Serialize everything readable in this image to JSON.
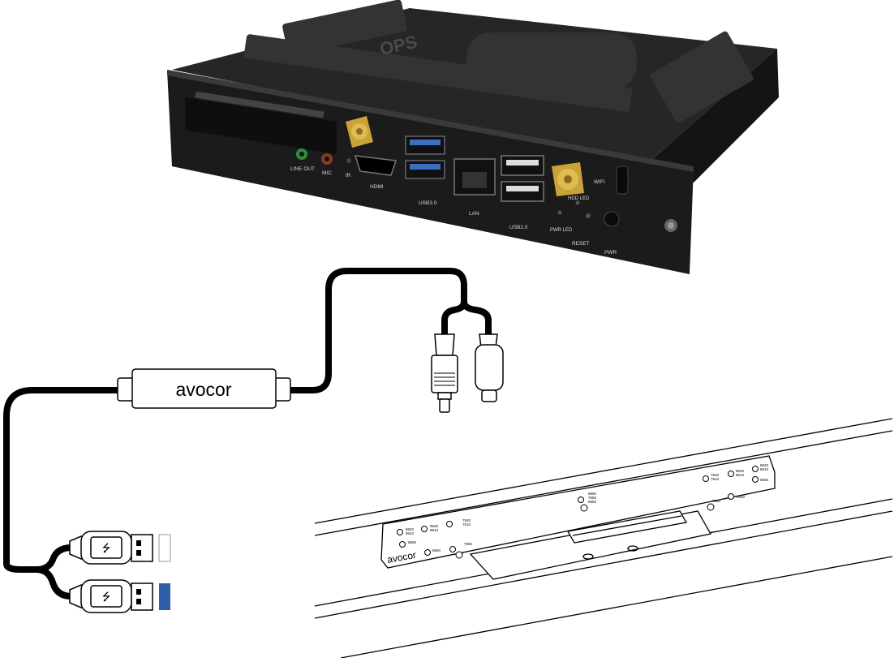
{
  "device": {
    "brand": "OPS",
    "ports": {
      "line_out": "LINE OUT",
      "mic": "MIC",
      "ir": "IR",
      "hdmi": "HDMI",
      "usb3": "USB3.0",
      "lan": "LAN",
      "usb2": "USB2.0",
      "pwr_led": "PWR LED",
      "hdd_led": "HDD LED",
      "reset": "RESET",
      "wifi": "WIFI",
      "pwr": "PWR"
    }
  },
  "cable": {
    "brand": "avocor"
  },
  "bracket": {
    "brand": "avocor",
    "left_labels": [
      "8620",
      "8610",
      "8520",
      "8510",
      "7520",
      "7510",
      "8650",
      "8550",
      "7550"
    ],
    "center_labels": [
      "8650",
      "7550",
      "6550"
    ],
    "right_labels": [
      "7520",
      "7510",
      "8520",
      "8510",
      "8620",
      "8610",
      "8650",
      "7550",
      "6550"
    ]
  },
  "colors": {
    "cable": "#000000",
    "usb3_accent": "#2f5ea8",
    "chassis": "#1e1e1e",
    "antenna": "#c9a23a"
  },
  "icons": [
    "usb-symbol-icon",
    "power-pin-icon",
    "usb-c-icon",
    "antenna-icon"
  ]
}
